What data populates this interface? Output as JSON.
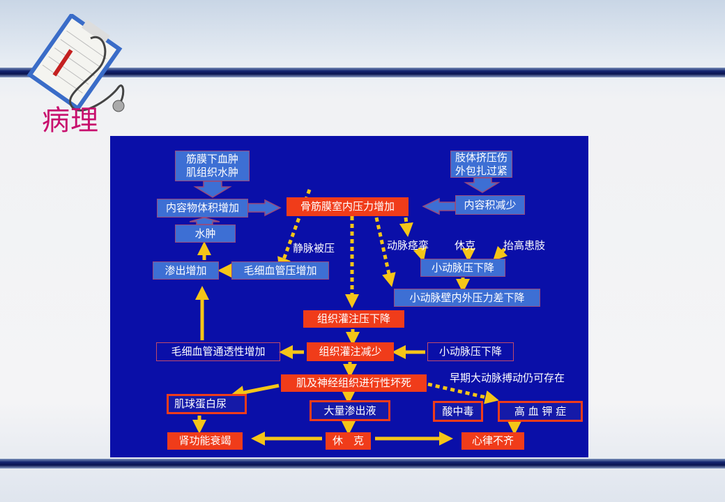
{
  "slide": {
    "title": "病理"
  },
  "diagram": {
    "n1": [
      "筋膜下血肿",
      "肌组织水肿"
    ],
    "n2": "内容物体积增加",
    "center": "骨筋膜室内压力增加",
    "n3": [
      "肢体挤压伤",
      "外包扎过紧"
    ],
    "n4": "内容积减少",
    "edema": "水肿",
    "exudate_inc": "渗出增加",
    "cap_pressure": "毛细血管压增加",
    "vein": "静脉被压",
    "artery_spasm": "动脉痉挛",
    "shock_label": "休克",
    "elevate": "抬高患肢",
    "arteriole_drop": "小动脉压下降",
    "arteriole_wall": "小动脉壁内外压力差下降",
    "perf_pressure": "组织灌注压下降",
    "cap_perm": "毛细血管通透性增加",
    "perf_dec": "组织灌注减少",
    "arteriole_drop2": "小动脉压下降",
    "early_pulse": "早期大动脉搏动仍可存在",
    "necrosis": "肌及神经组织进行性坏死",
    "myoglobin": "肌球蛋白尿",
    "mass_exudate": "大量渗出液",
    "acidosis": "酸中毒",
    "hyperkalemia": "高 血 钾 症",
    "renal": "肾功能衰竭",
    "shock": "休　克",
    "arrhythmia": "心律不齐"
  },
  "colors": {
    "panel": "#0a0fa8",
    "arrow": "#f5c518",
    "red": "#f03c1a",
    "title": "#c8106e"
  }
}
